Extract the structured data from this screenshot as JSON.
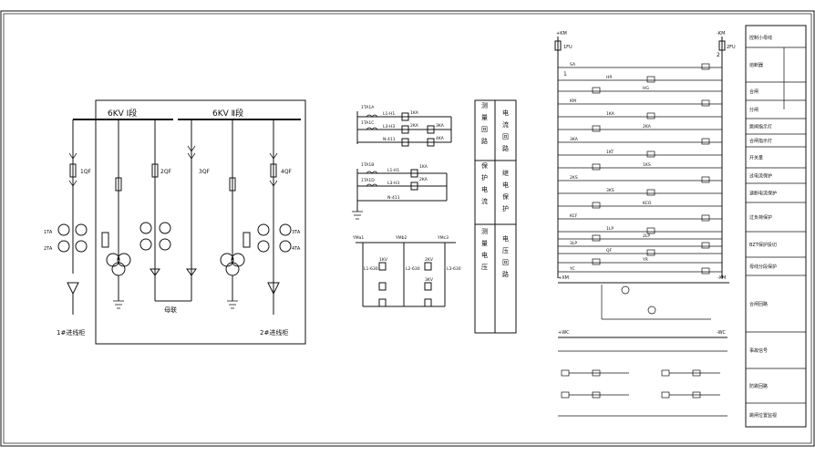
{
  "one_line": {
    "bus_left": "6KV Ⅰ段",
    "bus_right": "6KV Ⅱ段",
    "left_label": "1#进线柜",
    "right_label": "2#进线柜",
    "tie_label": "母联",
    "left_ct": "1TA",
    "left_ct2": "2TA",
    "right_ct": "3TA",
    "right_ct2": "4TA",
    "left_breaker": "1QF",
    "tie_breaker1": "2QF",
    "tie_breaker2": "3QF",
    "right_breaker": "4QF"
  },
  "current_circuit": {
    "ct_a": "1TA1A",
    "ct_c": "1TA1C",
    "kw_a": "1TA1B",
    "kw_c": "1TA1D",
    "r1": "L1-H1",
    "r2": "L3-H3",
    "r3": "N-411",
    "r4": "L1-H1",
    "r5": "L3-H3",
    "r6": "N-411",
    "k1": "1KA",
    "k2": "2KA",
    "k3": "3KA",
    "k4": "4KA",
    "k5": "1KA",
    "k6": "2KA"
  },
  "voltage_circuit": {
    "bus_a": "YMa1",
    "bus_b": "YMb2",
    "bus_c": "YMc3",
    "r1": "L1-630",
    "r2": "L2-630",
    "r3": "L3-630",
    "kv1": "1KV",
    "kv2": "2KV",
    "kv3": "3KV"
  },
  "mid_labels": [
    [
      "测",
      "量",
      "回",
      "路"
    ],
    [
      "电",
      "流",
      "回",
      "路"
    ],
    [
      "保",
      "护",
      "电",
      "流"
    ],
    [
      "继",
      "电",
      "保",
      "护"
    ],
    [
      "测",
      "量",
      "电",
      "压"
    ],
    [
      "电",
      "压",
      "回",
      "路"
    ]
  ],
  "control": {
    "top_left": "+KM",
    "top_right": "-KM",
    "fuse_left": "1FU",
    "fuse_right": "2FU",
    "node_1": "1",
    "node_2": "2",
    "lower_left": "+XM",
    "lower_right": "-XM",
    "mid_left": "+WC",
    "mid_right": "-WC",
    "rows": [
      "SA",
      "HR",
      "HG",
      "KM",
      "1KA",
      "2KA",
      "3KA",
      "1KT",
      "1KS",
      "2KS",
      "3KS",
      "KCO",
      "KCF",
      "1LP",
      "2LP",
      "3LP",
      "QF",
      "YR",
      "YC"
    ]
  },
  "legend": {
    "rows": [
      "控制小母线",
      "熔断器",
      "合闸",
      "分闸",
      "跳闸指示灯",
      "合闸指示灯",
      "开关量",
      "过电流保护",
      "速断电流保护",
      "过负荷保护",
      "BZT保护投切",
      "母线分段保护",
      "合闸回路",
      "事故信号",
      "防跳回路",
      "跳闸位置监视"
    ]
  }
}
